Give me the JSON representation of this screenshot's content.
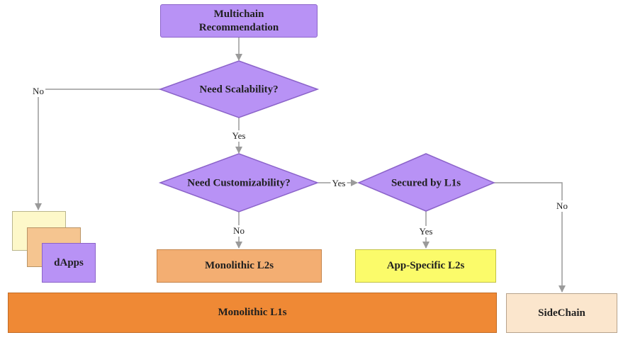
{
  "nodes": {
    "start": "Multichain\nRecommendation",
    "scalability": "Need Scalability?",
    "customizability": "Need Customizability?",
    "secured": "Secured by L1s",
    "dapps": "dApps",
    "monolithic_l2s": "Monolithic L2s",
    "app_specific_l2s": "App-Specific L2s",
    "monolithic_l1s": "Monolithic L1s",
    "sidechain": "SideChain"
  },
  "edges": {
    "scalability_no": "No",
    "scalability_yes": "Yes",
    "customizability_yes": "Yes",
    "customizability_no": "No",
    "secured_yes": "Yes",
    "secured_no": "No"
  },
  "colors": {
    "purple": "#b892f5",
    "light_yellow": "#fdf8c9",
    "peach": "#f5c590",
    "light_orange": "#f3ae72",
    "yellow": "#fbfb6a",
    "orange": "#ef8935",
    "cream": "#fbe6cd",
    "connector": "#9a9a9a"
  }
}
